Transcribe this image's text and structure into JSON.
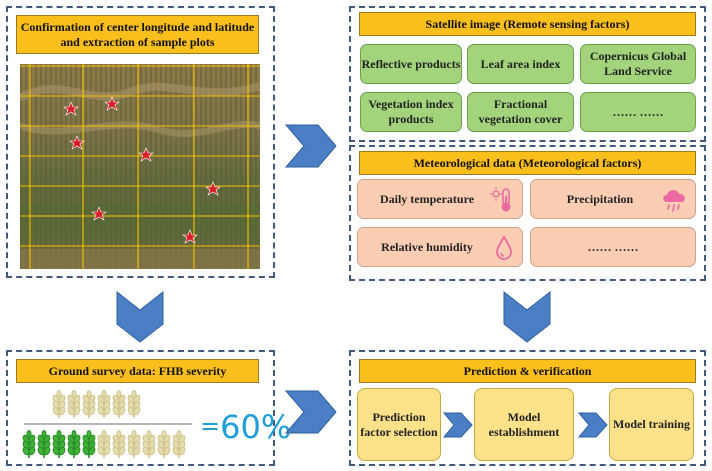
{
  "panels": {
    "plots": {
      "title": "Confirmation of center longitude and latitude and extraction of sample plots"
    },
    "satellite": {
      "title": "Satellite image (Remote sensing factors)",
      "items": [
        "Reflective products",
        "Leaf area index",
        "Copernicus Global Land Service",
        "Vegetation index products",
        "Fractional vegetation cover",
        "…… ……"
      ]
    },
    "meteo": {
      "title": "Meteorological data (Meteorological factors)",
      "items": [
        "Daily temperature",
        "Precipitation",
        "Relative humidity",
        "…… ……"
      ]
    },
    "ground": {
      "title": "Ground survey data: FHB severity",
      "equals": "=",
      "percent": "60%"
    },
    "predict": {
      "title": "Prediction & verification",
      "steps": [
        "Prediction factor selection",
        "Model establishment",
        "Model training"
      ]
    }
  },
  "colors": {
    "header": "#fbbf1c",
    "green_box": "#a3d47b",
    "pink_box": "#fbcdb2",
    "yellow_box": "#fde28a",
    "arrow": "#4a7fc5",
    "percent": "#1e9ed8",
    "sample_marker": "#d81f2a"
  },
  "icons": [
    "thermometer-sun-icon",
    "rain-cloud-icon",
    "water-drop-icon",
    "wheat-ear-icon",
    "star-marker-icon"
  ]
}
